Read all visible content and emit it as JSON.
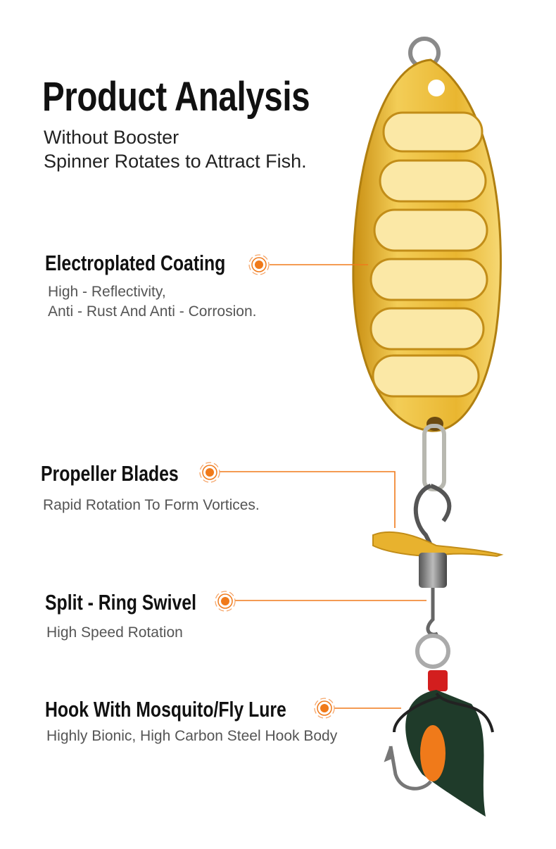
{
  "title": "Product Analysis",
  "subtitle": [
    "Without Booster",
    "Spinner Rotates to Attract Fish."
  ],
  "features": [
    {
      "heading": "Electroplated Coating",
      "lines": [
        "High - Reflectivity,",
        "Anti - Rust And Anti - Corrosion."
      ],
      "icon": "target-dot-icon"
    },
    {
      "heading": "Propeller Blades",
      "lines": [
        "Rapid Rotation To Form Vortices."
      ],
      "icon": "target-dot-icon"
    },
    {
      "heading": "Split - Ring Swivel",
      "lines": [
        "High Speed Rotation"
      ],
      "icon": "target-dot-icon"
    },
    {
      "heading": "Hook With Mosquito/Fly Lure",
      "lines": [
        "Highly Bionic, High Carbon Steel Hook Body"
      ],
      "icon": "target-dot-icon"
    }
  ],
  "colors": {
    "accent": "#f07a1a",
    "gold": "#e8b22e"
  }
}
